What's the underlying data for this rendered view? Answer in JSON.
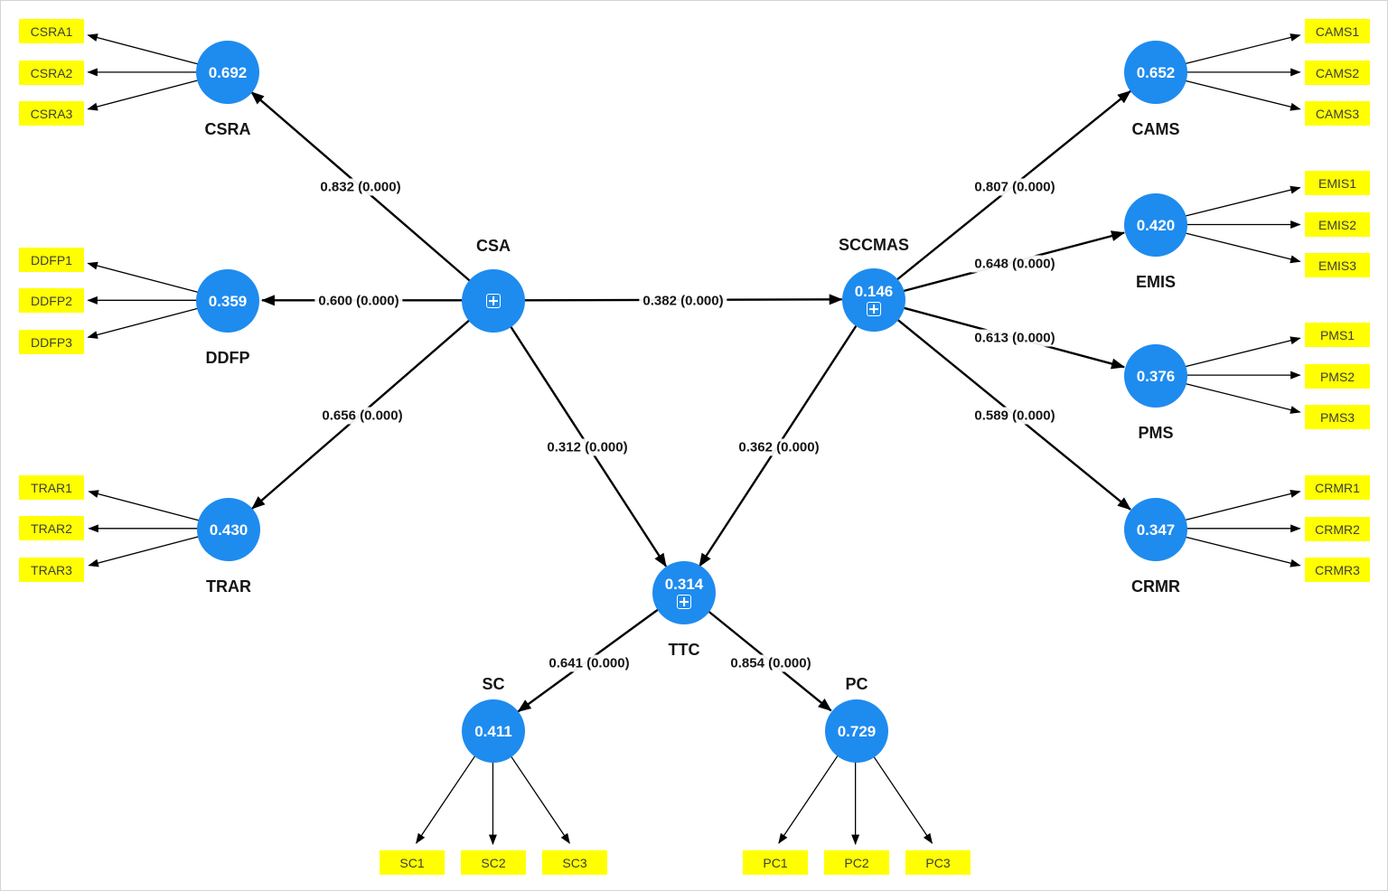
{
  "nodes": {
    "CSRA": {
      "label": "CSRA",
      "value": "0.692"
    },
    "DDFP": {
      "label": "DDFP",
      "value": "0.359"
    },
    "TRAR": {
      "label": "TRAR",
      "value": "0.430"
    },
    "CSA": {
      "label": "CSA"
    },
    "SCCMAS": {
      "label": "SCCMAS",
      "value": "0.146"
    },
    "CAMS": {
      "label": "CAMS",
      "value": "0.652"
    },
    "EMIS": {
      "label": "EMIS",
      "value": "0.420"
    },
    "PMS": {
      "label": "PMS",
      "value": "0.376"
    },
    "CRMR": {
      "label": "CRMR",
      "value": "0.347"
    },
    "TTC": {
      "label": "TTC",
      "value": "0.314"
    },
    "SC": {
      "label": "SC",
      "value": "0.411"
    },
    "PC": {
      "label": "PC",
      "value": "0.729"
    }
  },
  "indicators": {
    "CSRA1": "CSRA1",
    "CSRA2": "CSRA2",
    "CSRA3": "CSRA3",
    "DDFP1": "DDFP1",
    "DDFP2": "DDFP2",
    "DDFP3": "DDFP3",
    "TRAR1": "TRAR1",
    "TRAR2": "TRAR2",
    "TRAR3": "TRAR3",
    "CAMS1": "CAMS1",
    "CAMS2": "CAMS2",
    "CAMS3": "CAMS3",
    "EMIS1": "EMIS1",
    "EMIS2": "EMIS2",
    "EMIS3": "EMIS3",
    "PMS1": "PMS1",
    "PMS2": "PMS2",
    "PMS3": "PMS3",
    "CRMR1": "CRMR1",
    "CRMR2": "CRMR2",
    "CRMR3": "CRMR3",
    "SC1": "SC1",
    "SC2": "SC2",
    "SC3": "SC3",
    "PC1": "PC1",
    "PC2": "PC2",
    "PC3": "PC3"
  },
  "paths": {
    "CSA_CSRA": "0.832 (0.000)",
    "CSA_DDFP": "0.600 (0.000)",
    "CSA_TRAR": "0.656 (0.000)",
    "CSA_SCCMAS": "0.382 (0.000)",
    "CSA_TTC": "0.312 (0.000)",
    "SCCMAS_TTC": "0.362 (0.000)",
    "SCCMAS_CAMS": "0.807 (0.000)",
    "SCCMAS_EMIS": "0.648 (0.000)",
    "SCCMAS_PMS": "0.613 (0.000)",
    "SCCMAS_CRMR": "0.589 (0.000)",
    "TTC_SC": "0.641 (0.000)",
    "TTC_PC": "0.854 (0.000)"
  },
  "colors": {
    "latent_fill": "#1e8bef",
    "latent_text": "#ffffff",
    "indicator_fill": "#ffff00",
    "indicator_text": "#3d3d3d",
    "arrow": "#000000"
  }
}
